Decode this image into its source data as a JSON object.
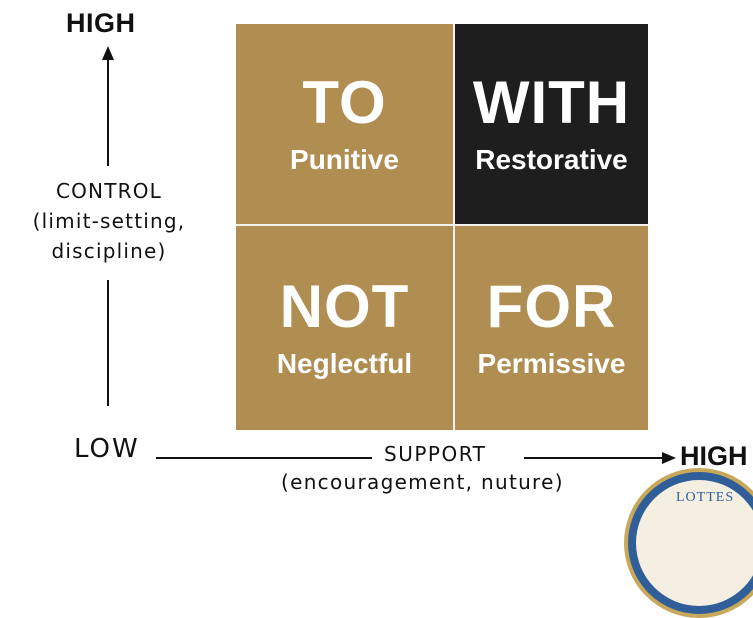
{
  "axis": {
    "vertical": {
      "high_label": "HIGH",
      "low_label": "LOW",
      "title": "CONTROL",
      "subtitle_line1": "(limit-setting,",
      "subtitle_line2": "discipline)"
    },
    "horizontal": {
      "title": "SUPPORT",
      "subtitle": "(encouragement, nuture)",
      "high_label": "HIGH"
    }
  },
  "quadrants": {
    "top_left": {
      "title": "TO",
      "subtitle": "Punitive"
    },
    "top_right": {
      "title": "WITH",
      "subtitle": "Restorative"
    },
    "bottom_left": {
      "title": "NOT",
      "subtitle": "Neglectful"
    },
    "bottom_right": {
      "title": "FOR",
      "subtitle": "Permissive"
    }
  },
  "seal": {
    "text": "LOTTES"
  },
  "colors": {
    "gold": "#b08d51",
    "black": "#1e1e1e"
  }
}
